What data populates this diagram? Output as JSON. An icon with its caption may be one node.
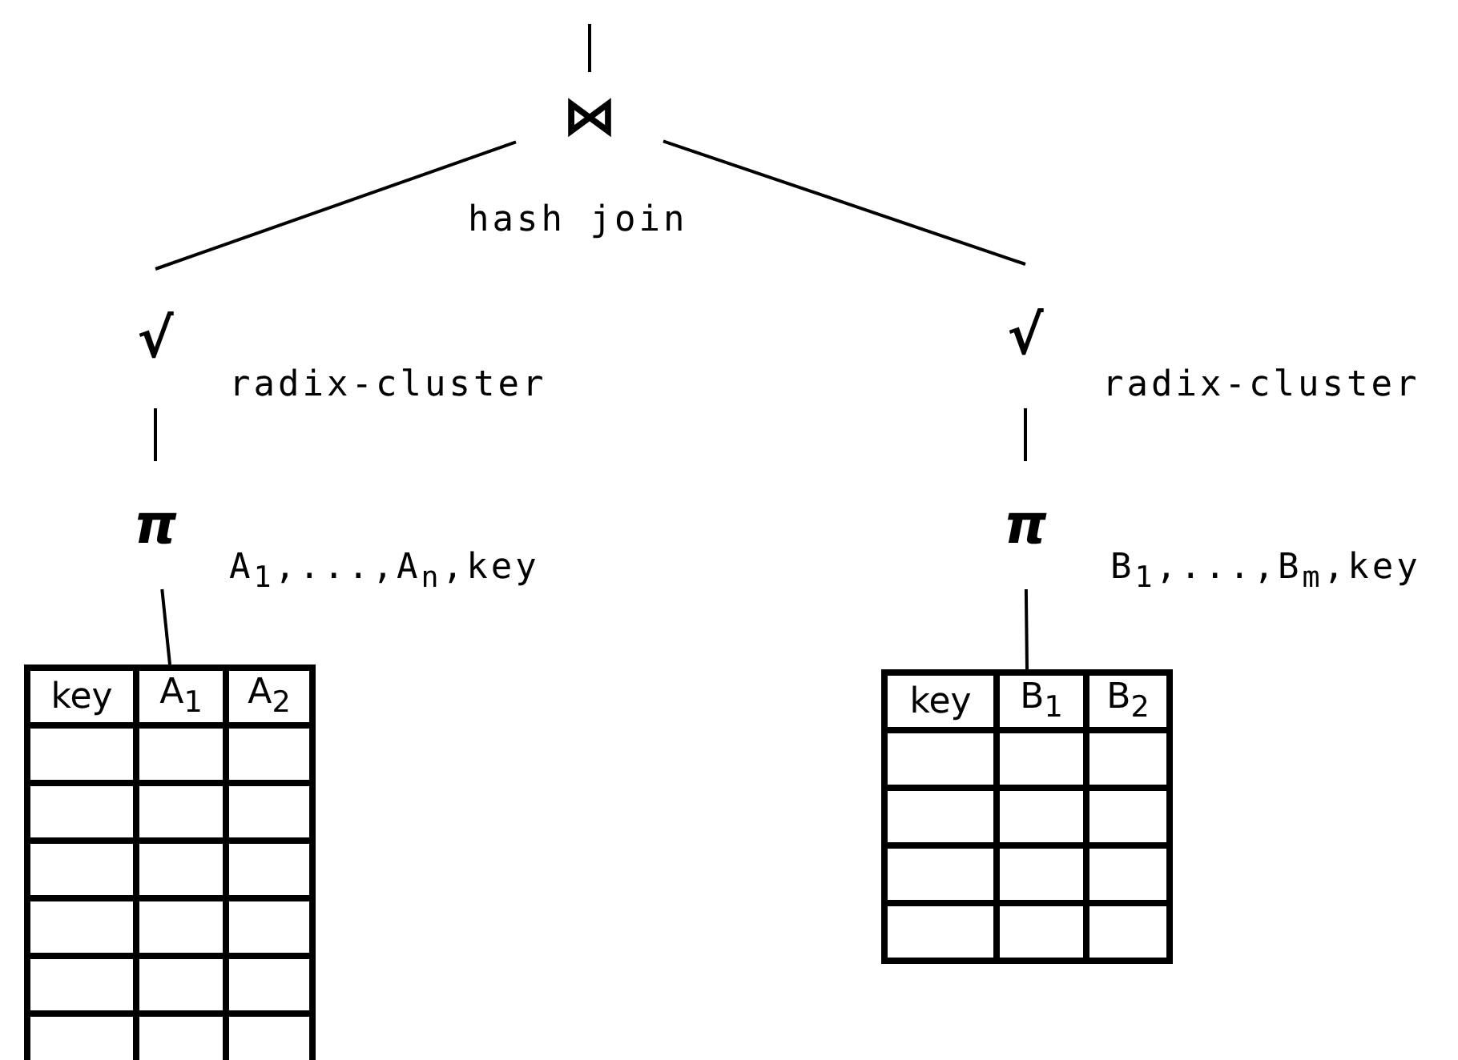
{
  "diagram": {
    "nodes": [
      {
        "text": [
          "⋈"
        ],
        "beside": [
          "hash join"
        ]
      },
      {
        "text": [
          "√"
        ],
        "beside": [
          "radix-cluster"
        ]
      },
      {
        "text": [
          "π"
        ],
        "beside": [
          "A$_{1}$,...,A$_{n}$,key"
        ]
      },
      {
        "text": [
          "key",
          "A$_{1}$",
          "A$_{2}$"
        ]
      },
      {
        "text": [
          "√"
        ],
        "beside": [
          "radix-cluster"
        ]
      },
      {
        "text": [
          "π"
        ],
        "beside": [
          "B$_{1}$,...,B$_{m}$,key"
        ]
      },
      {
        "text": [
          "key",
          "B$_{1}$",
          "B$_{2}$"
        ]
      }
    ],
    "edges": [
      {
        "from": null,
        "to": 0,
        "arrow": "none"
      },
      {
        "from": 0,
        "to": 1,
        "arrow": "none"
      },
      {
        "from": 1,
        "to": 2,
        "arrow": "none"
      },
      {
        "from": 2,
        "to": 3,
        "arrow": "none"
      },
      {
        "from": 0,
        "to": 4,
        "arrow": "none"
      },
      {
        "from": 4,
        "to": 5,
        "arrow": "none"
      },
      {
        "from": 5,
        "to": 6,
        "arrow": "none"
      }
    ]
  }
}
